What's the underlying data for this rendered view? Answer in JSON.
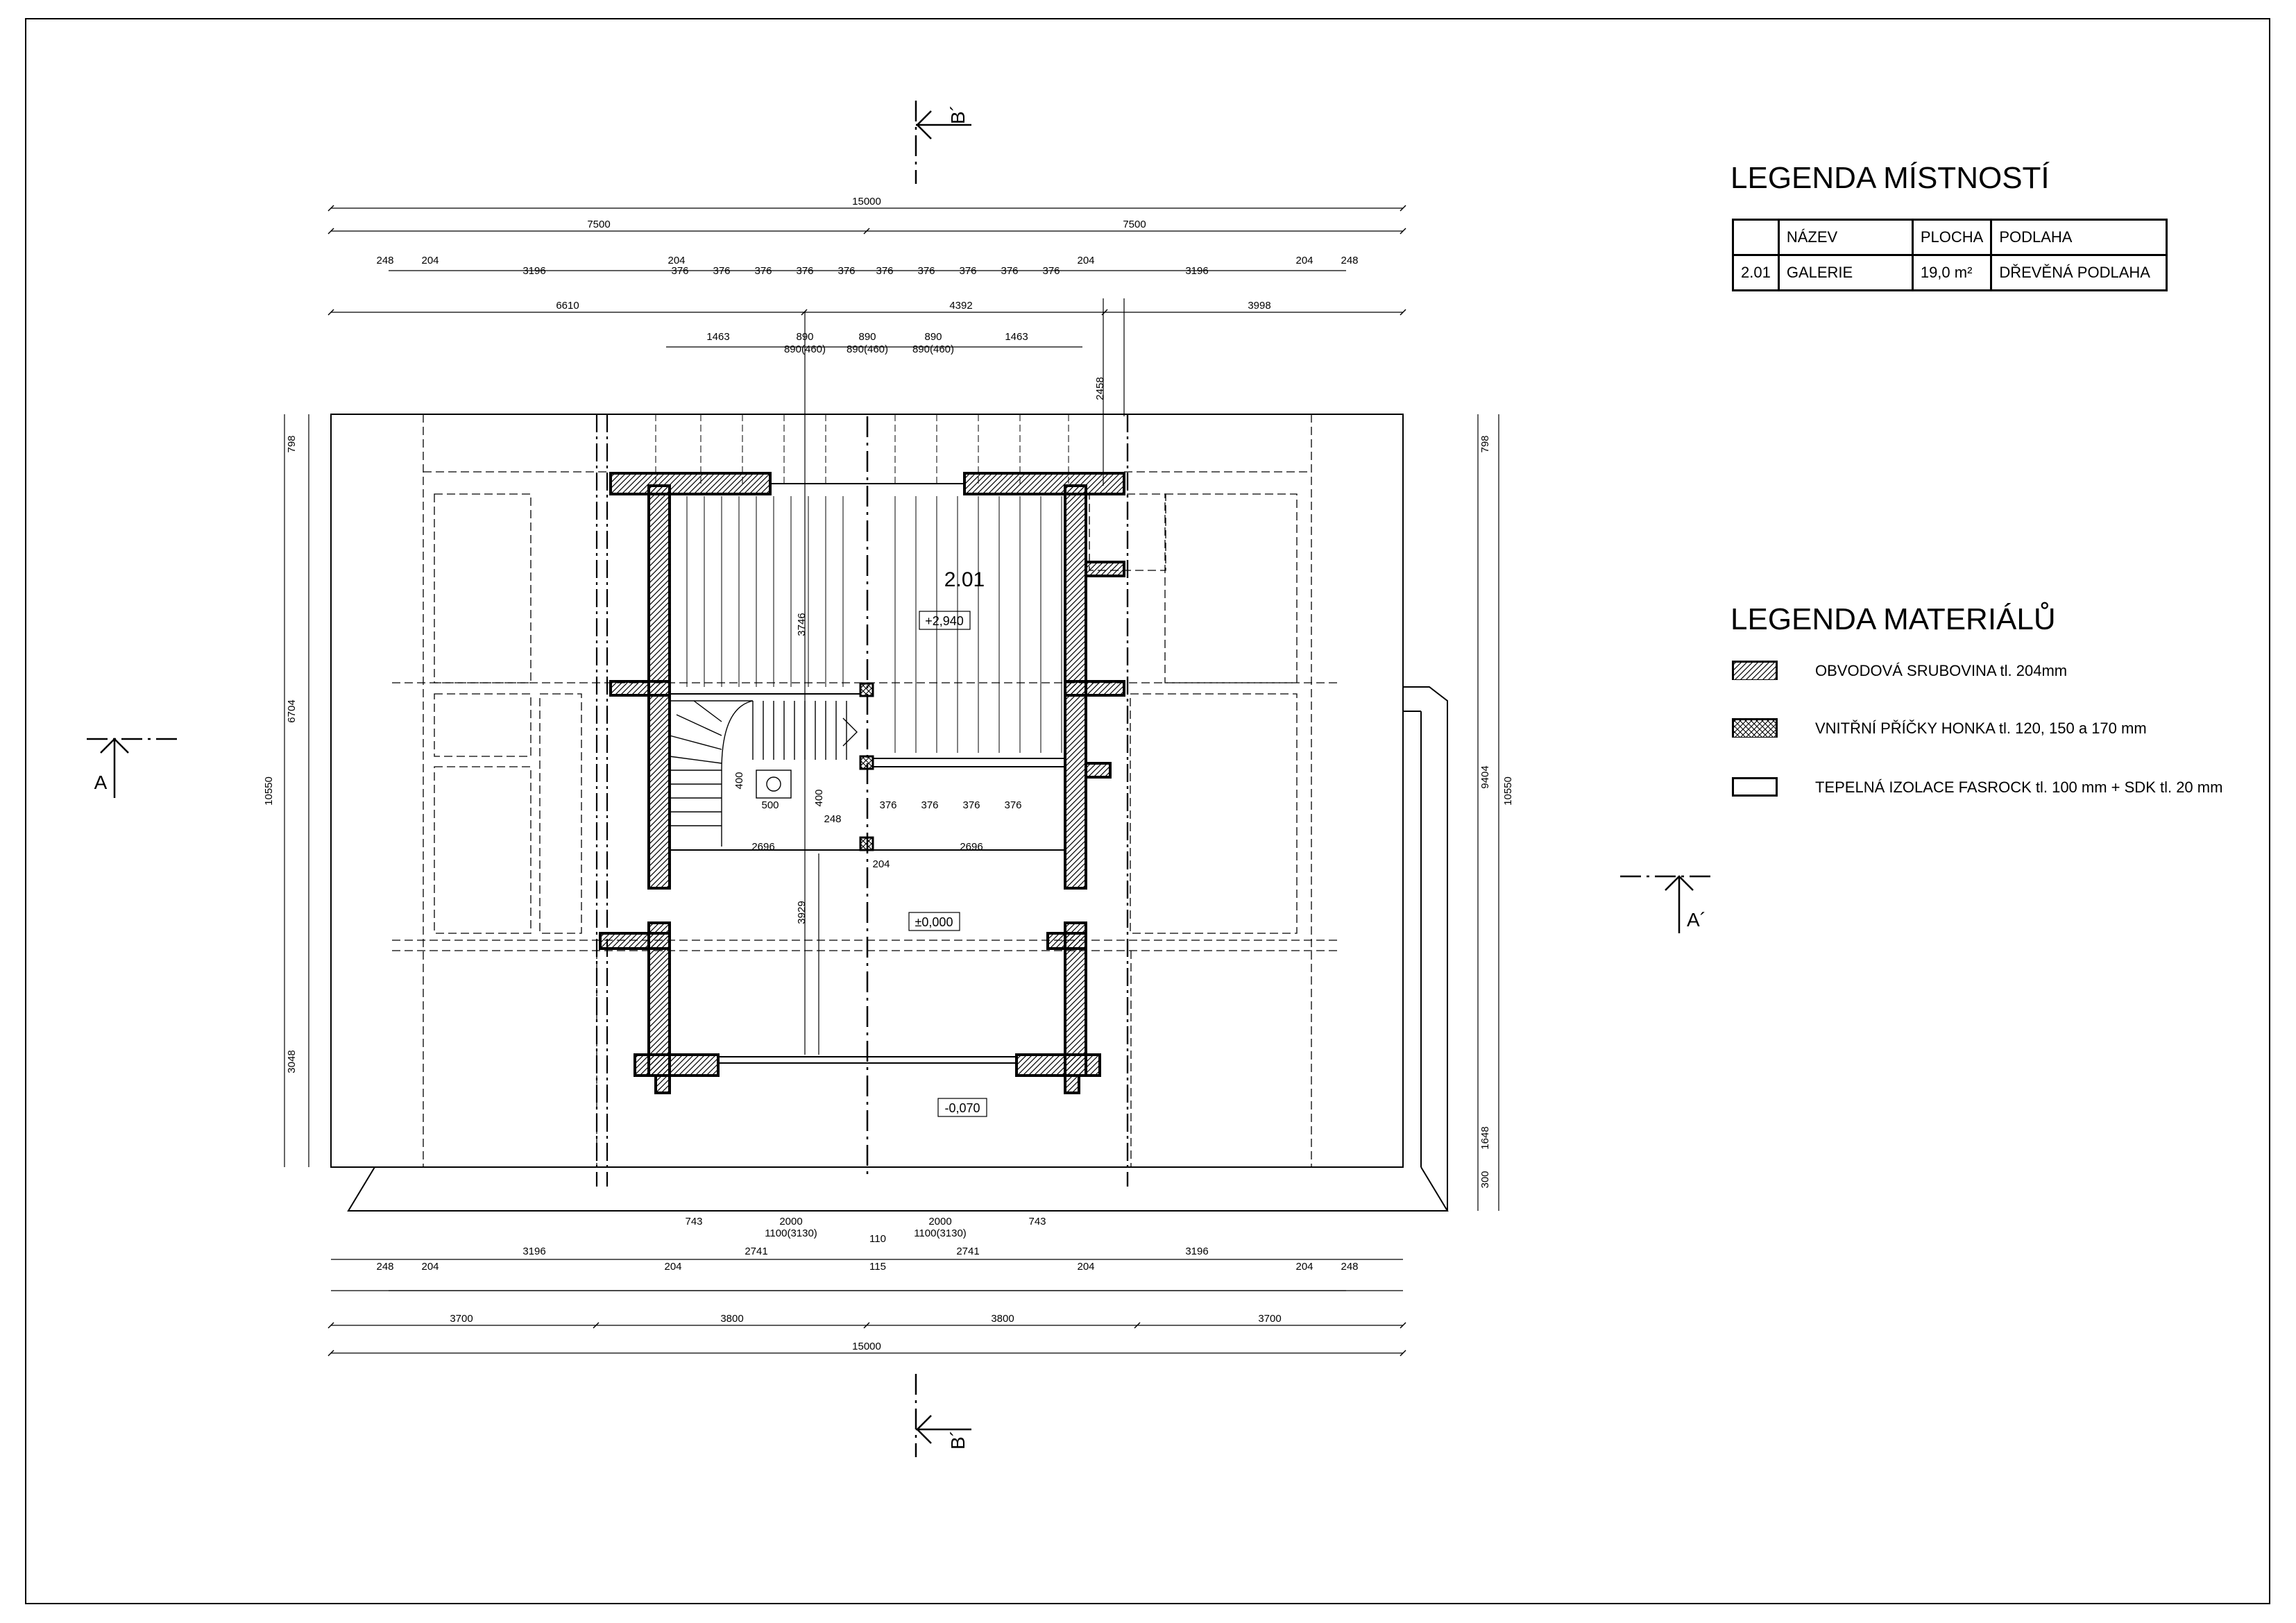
{
  "legend_rooms": {
    "title": "LEGENDA MÍSTNOSTÍ",
    "headers": [
      "",
      "NÁZEV",
      "PLOCHA",
      "PODLAHA"
    ],
    "rows": [
      {
        "num": "2.01",
        "name": "GALERIE",
        "area": "19,0 m²",
        "floor": "DŘEVĚNÁ PODLAHA"
      }
    ]
  },
  "legend_materials": {
    "title": "LEGENDA MATERIÁLŮ",
    "items": [
      {
        "label": "OBVODOVÁ SRUBOVINA tl. 204mm",
        "pattern": "diagonal"
      },
      {
        "label": "VNITŘNÍ PŘÍČKY HONKA tl. 120, 150 a 170 mm",
        "pattern": "cross"
      },
      {
        "label": "TEPELNÁ IZOLACE FASROCK tl. 100 mm + SDK tl. 20 mm",
        "pattern": "empty"
      }
    ]
  },
  "plan": {
    "room_number": "2.01",
    "levels": [
      "+2,940",
      "±0,000",
      "-0,070"
    ],
    "section_marks": {
      "a": "A",
      "a_prime": "A´",
      "b_prime": "B´"
    },
    "dims": {
      "total": "15000",
      "half": "7500",
      "d248": "248",
      "d204": "204",
      "d3196": "3196",
      "d376": "376",
      "d6610": "6610",
      "d4392": "4392",
      "d3998": "3998",
      "d1463": "1463",
      "d890": "890",
      "d890_460": "890(460)",
      "d2458": "2458",
      "d3746": "3746",
      "d2696": "2696",
      "d3929": "3929",
      "d500": "500",
      "d400": "400",
      "d743": "743",
      "d2000": "2000",
      "d1100": "1100(3130)",
      "d110": "110",
      "d115": "115",
      "d2741": "2741",
      "d3700": "3700",
      "d3800": "3800",
      "d798": "798",
      "d6704": "6704",
      "d3048": "3048",
      "d10550": "10550",
      "d9404": "9404",
      "d1648": "1648",
      "d300": "300"
    }
  }
}
